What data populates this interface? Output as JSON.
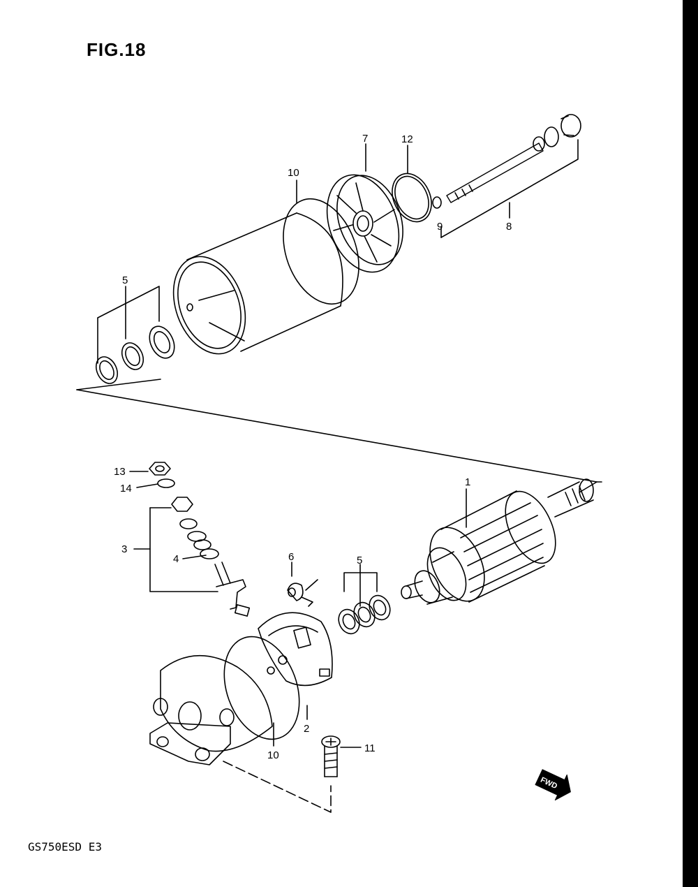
{
  "figure": {
    "title": "FIG.18",
    "model_code": "GS750ESD E3"
  },
  "callouts": {
    "c1": "1",
    "c2": "2",
    "c3": "3",
    "c4": "4",
    "c5_top": "5",
    "c5_bottom": "5",
    "c6": "6",
    "c7": "7",
    "c8": "8",
    "c9": "9",
    "c10_top": "10",
    "c10_bottom": "10",
    "c11": "11",
    "c12": "12",
    "c13": "13",
    "c14": "14"
  },
  "fwd_marker": {
    "label": "FWD"
  },
  "colors": {
    "ink": "#000000",
    "paper": "#ffffff"
  }
}
